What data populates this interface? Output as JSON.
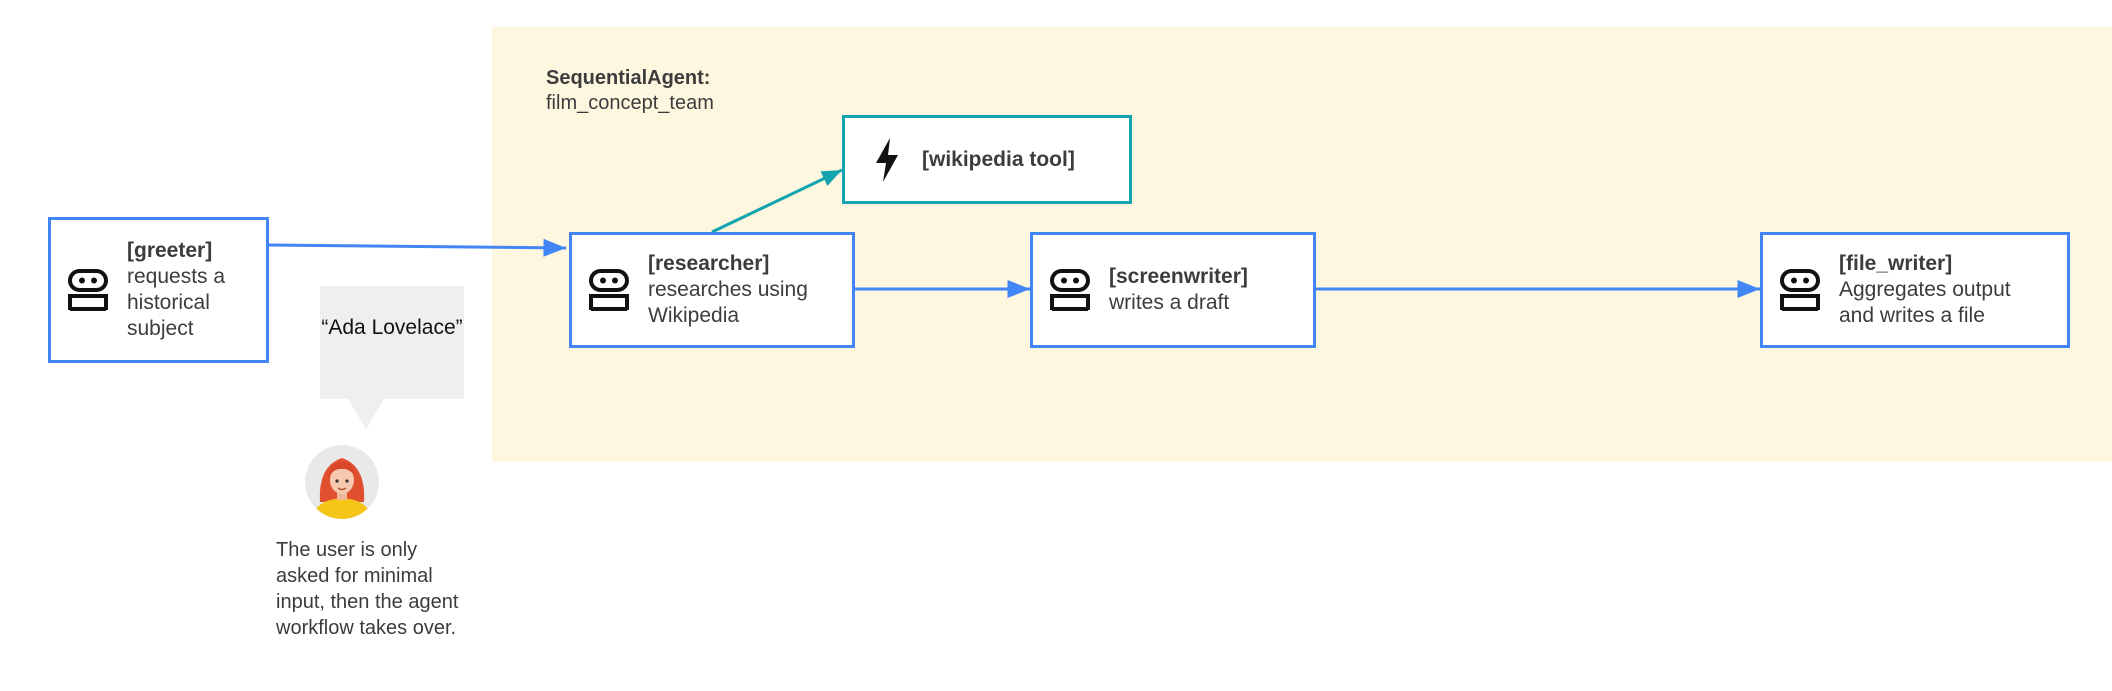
{
  "group": {
    "kind_label": "SequentialAgent:",
    "name": "film_concept_team"
  },
  "agents": [
    {
      "name": "[greeter]",
      "description": "requests a historical subject"
    },
    {
      "name": "[researcher]",
      "description": "researches using Wikipedia"
    },
    {
      "name": "[screenwriter]",
      "description": "writes a draft"
    },
    {
      "name": "[file_writer]",
      "description": "Aggregates output and writes a file"
    }
  ],
  "tool": {
    "name": "[wikipedia tool]",
    "icon": "lightning-bolt-icon"
  },
  "user": {
    "speech": "“Ada Lovelace”",
    "note": "The user is only asked for minimal input, then the agent workflow takes over.",
    "icon": "user-avatar-icon"
  },
  "colors": {
    "agent_border": "#4285f4",
    "tool_border": "#12a4af",
    "group_background": "#fef7e0",
    "arrow_blue": "#4285f4",
    "arrow_teal": "#12a4af"
  }
}
